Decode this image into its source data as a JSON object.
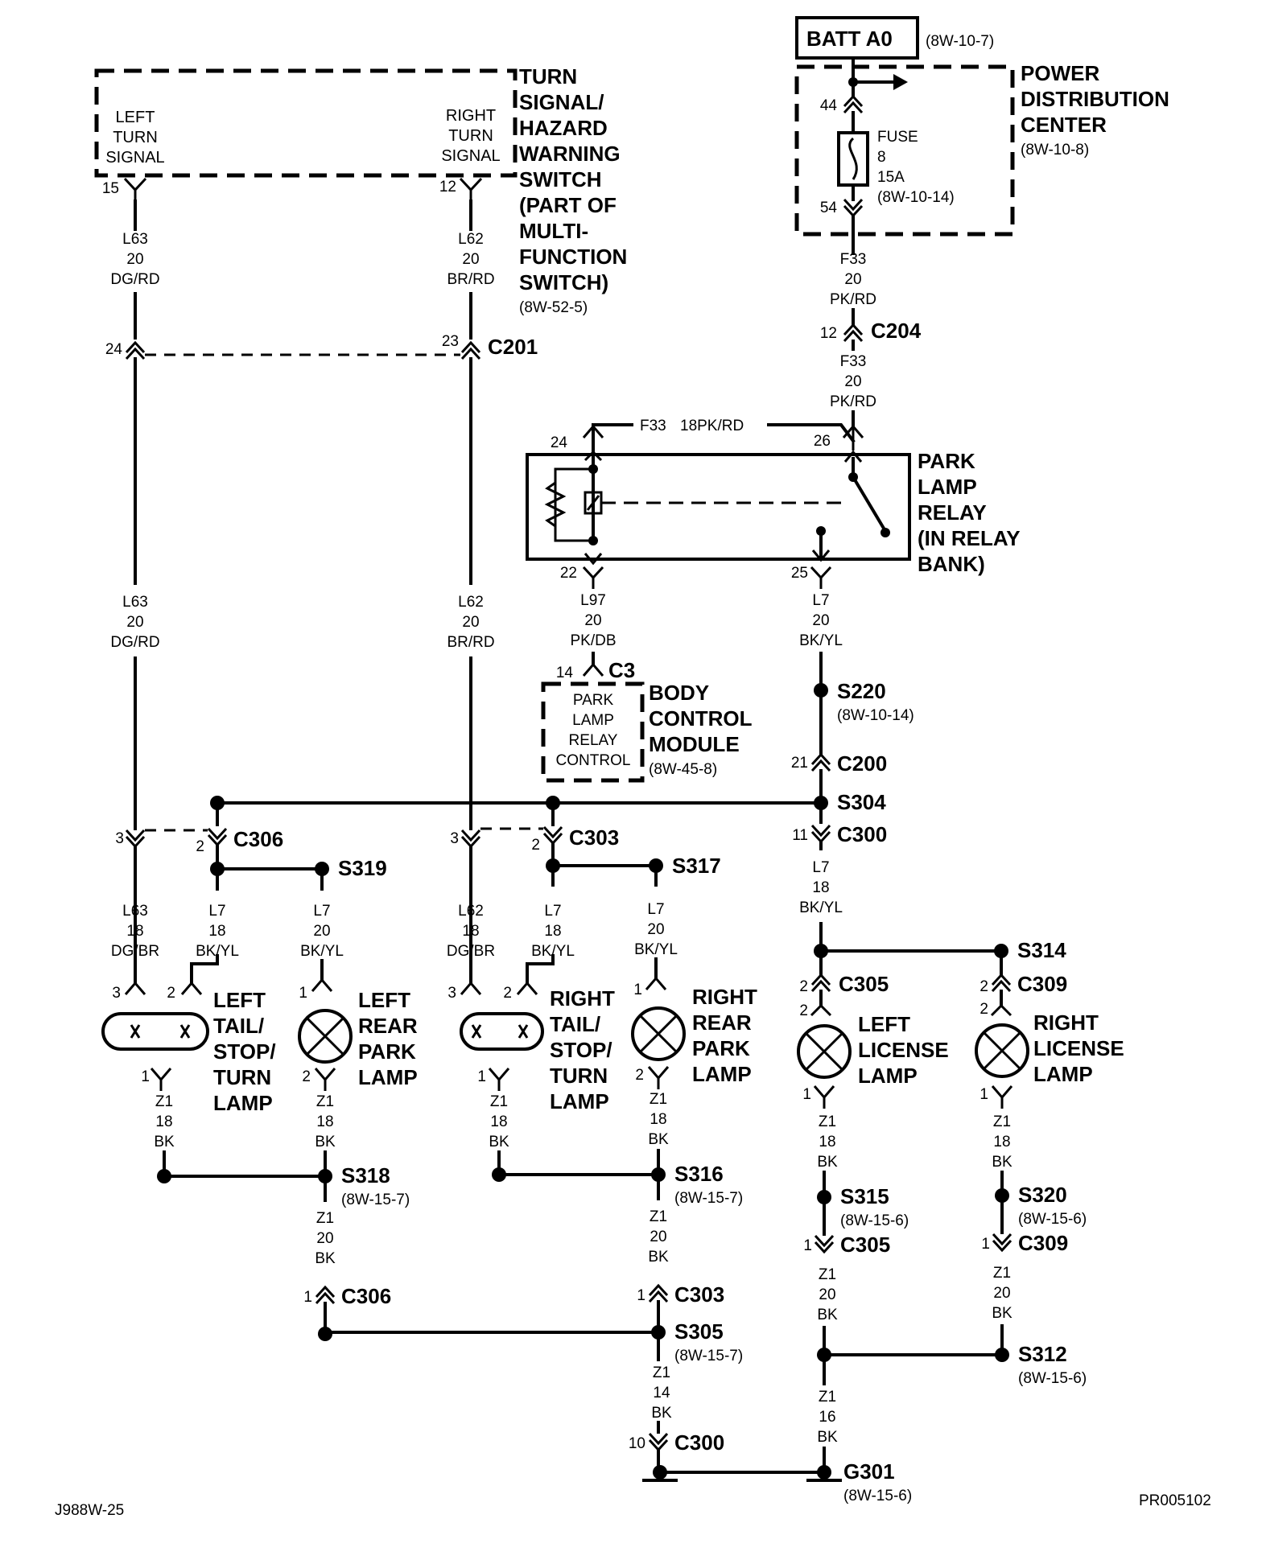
{
  "figure_id": "J988W-25",
  "drawing_no": "PR005102",
  "batt": {
    "label": "BATT A0",
    "ref": "(8W-10-7)"
  },
  "pdc": {
    "name_lines": [
      "POWER",
      "DISTRIBUTION",
      "CENTER"
    ],
    "ref": "(8W-10-8)",
    "pin_top": "44",
    "pin_bottom": "54",
    "fuse_lines": [
      "FUSE",
      "8",
      "15A",
      "(8W-10-14)"
    ]
  },
  "turn_switch": {
    "name_lines": [
      "TURN",
      "SIGNAL/",
      "HAZARD",
      "WARNING",
      "SWITCH",
      "(PART OF",
      "MULTI-",
      "FUNCTION",
      "SWITCH)"
    ],
    "ref": "(8W-52-5)",
    "left_lines": [
      "LEFT",
      "TURN",
      "SIGNAL"
    ],
    "right_lines": [
      "RIGHT",
      "TURN",
      "SIGNAL"
    ],
    "left_pin": "15",
    "right_pin": "12"
  },
  "wires": {
    "l63_20": [
      "L63",
      "20",
      "DG/RD"
    ],
    "l62_20": [
      "L62",
      "20",
      "BR/RD"
    ],
    "f33_20": [
      "F33",
      "20",
      "PK/RD"
    ],
    "l97_20": [
      "L97",
      "20",
      "PK/DB"
    ],
    "l7_20": [
      "L7",
      "20",
      "BK/YL"
    ],
    "l7_18": [
      "L7",
      "18",
      "BK/YL"
    ],
    "l63_18": [
      "L63",
      "18",
      "DG/BR"
    ],
    "l62_18": [
      "L62",
      "18",
      "DG/BR"
    ],
    "z1_18": [
      "Z1",
      "18",
      "BK"
    ],
    "z1_20": [
      "Z1",
      "20",
      "BK"
    ],
    "z1_14": [
      "Z1",
      "14",
      "BK"
    ],
    "z1_16": [
      "Z1",
      "16",
      "BK"
    ],
    "relay_feed": [
      "F33",
      "18PK/RD"
    ]
  },
  "connectors": {
    "c201": "C201",
    "c201_left_pin": "24",
    "c201_right_pin": "23",
    "c204": "C204",
    "c204_pin": "12",
    "c3": "C3",
    "c3_pin": "14",
    "c200": "C200",
    "c200_pin": "21",
    "c300": "C300",
    "c300_pin_top": "11",
    "c300_pin_bottom": "10",
    "c306": "C306",
    "c306_pin_a": "3",
    "c306_pin_b": "2",
    "c306_pin_g": "1",
    "c303": "C303",
    "c303_pin_a": "3",
    "c303_pin_b": "2",
    "c303_pin_g": "1",
    "c305": "C305",
    "c305_pin_top": "2",
    "c305_pin_bot": "1",
    "c309": "C309",
    "c309_pin_top": "2",
    "c309_pin_bot": "1"
  },
  "relay": {
    "name_lines": [
      "PARK",
      "LAMP",
      "RELAY",
      "(IN RELAY",
      "BANK)"
    ],
    "pin_24": "24",
    "pin_26": "26",
    "pin_22": "22",
    "pin_25": "25"
  },
  "bcm": {
    "name_lines": [
      "BODY",
      "CONTROL",
      "MODULE"
    ],
    "ref": "(8W-45-8)",
    "inner_lines": [
      "PARK",
      "LAMP",
      "RELAY",
      "CONTROL"
    ]
  },
  "splices": {
    "s220": "S220",
    "s220_ref": "(8W-10-14)",
    "s304": "S304",
    "s319": "S319",
    "s317": "S317",
    "s314": "S314",
    "s318": "S318",
    "s318_ref": "(8W-15-7)",
    "s316": "S316",
    "s316_ref": "(8W-15-7)",
    "s315": "S315",
    "s315_ref": "(8W-15-6)",
    "s320": "S320",
    "s320_ref": "(8W-15-6)",
    "s305": "S305",
    "s305_ref": "(8W-15-7)",
    "s312": "S312",
    "s312_ref": "(8W-15-6)",
    "g301": "G301",
    "g301_ref": "(8W-15-6)"
  },
  "lamps": {
    "left_tail": {
      "name_lines": [
        "LEFT",
        "TAIL/",
        "STOP/",
        "TURN",
        "LAMP"
      ],
      "pin_a": "3",
      "pin_b": "2",
      "pin_g": "1"
    },
    "left_rear_park": {
      "name_lines": [
        "LEFT",
        "REAR",
        "PARK",
        "LAMP"
      ],
      "pin_top": "1",
      "pin_bot": "2"
    },
    "right_tail": {
      "name_lines": [
        "RIGHT",
        "TAIL/",
        "STOP/",
        "TURN",
        "LAMP"
      ],
      "pin_a": "3",
      "pin_b": "2",
      "pin_g": "1"
    },
    "right_rear_park": {
      "name_lines": [
        "RIGHT",
        "REAR",
        "PARK",
        "LAMP"
      ],
      "pin_top": "1",
      "pin_bot": "2"
    },
    "left_license": {
      "name_lines": [
        "LEFT",
        "LICENSE",
        "LAMP"
      ],
      "pin_top": "2",
      "pin_bot": "1"
    },
    "right_license": {
      "name_lines": [
        "RIGHT",
        "LICENSE",
        "LAMP"
      ],
      "pin_top": "2",
      "pin_bot": "1"
    }
  }
}
